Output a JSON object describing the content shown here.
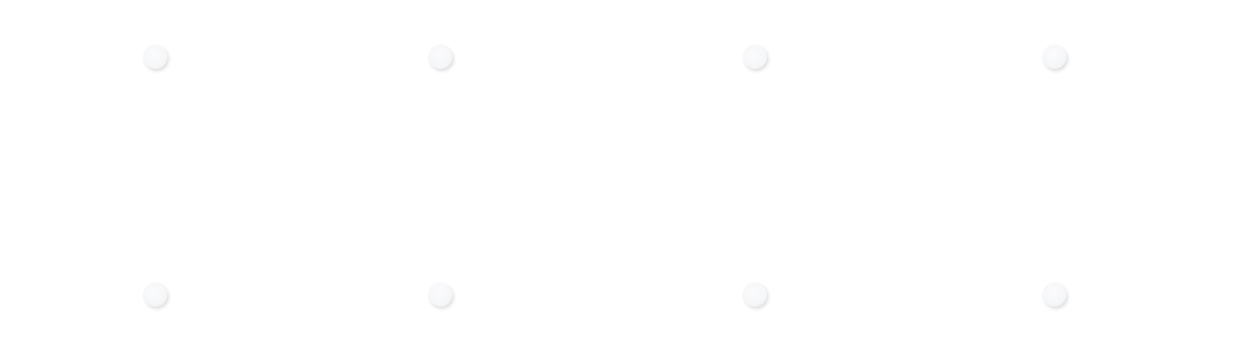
{
  "canvas": {
    "background_color": "#ffffff"
  },
  "dots": {
    "count": 8,
    "rows": 2,
    "columns": 4,
    "fill_color": "#f6f7f9",
    "shadow_color": "#dcdde0"
  }
}
